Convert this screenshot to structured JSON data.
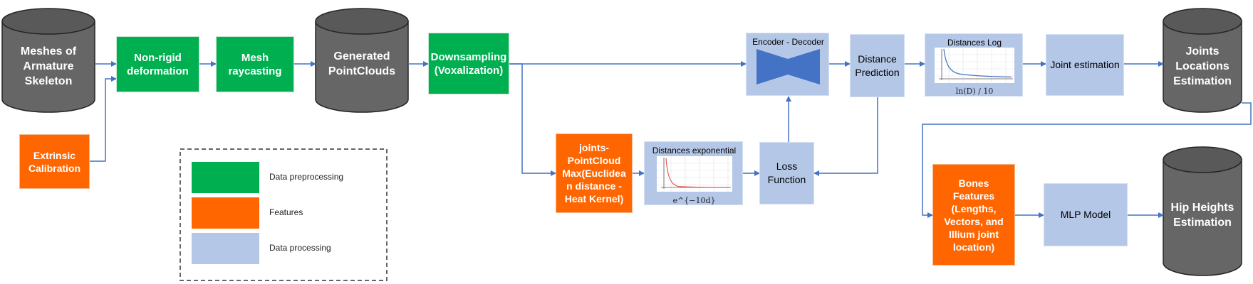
{
  "nodes": {
    "meshes": "Meshes of Armature Skeleton",
    "extrinsic": "Extrinsic Calibration",
    "nonrigid": "Non-rigid deformation",
    "raycasting": "Mesh raycasting",
    "generated": "Generated PointClouds",
    "downsampling": "Downsampling (Voxalization)",
    "encoder_title": "Encoder - Decoder",
    "distance_prediction": "Distance Prediction",
    "distances_log_title": "Distances Log",
    "distances_log_formula": "ln(D) / 10",
    "joint_estimation": "Joint estimation",
    "joints_locations": "Joints Locations Estimation",
    "joints_pointcloud": "joints-PointCloud Max(Euclidea n distance - Heat Kernel)",
    "distances_exp_title": "Distances exponential",
    "distances_exp_formula": "e^{−10d}",
    "loss_function": "Loss Function",
    "bones_features": "Bones Features (Lengths, Vectors, and Illium joint location)",
    "mlp_model": "MLP Model",
    "hip_heights": "Hip Heights Estimation"
  },
  "legend": {
    "items": [
      {
        "label": "Data preprocessing",
        "color": "#00b050"
      },
      {
        "label": "Features",
        "color": "#ff6600"
      },
      {
        "label": "Data processing",
        "color": "#b4c7e7"
      }
    ]
  },
  "colors": {
    "cylinder_fill": "#666666",
    "cylinder_top": "#595959",
    "arrow": "#4472c4",
    "encoder_shape": "#4472c4",
    "curve": "#e35b5b"
  }
}
